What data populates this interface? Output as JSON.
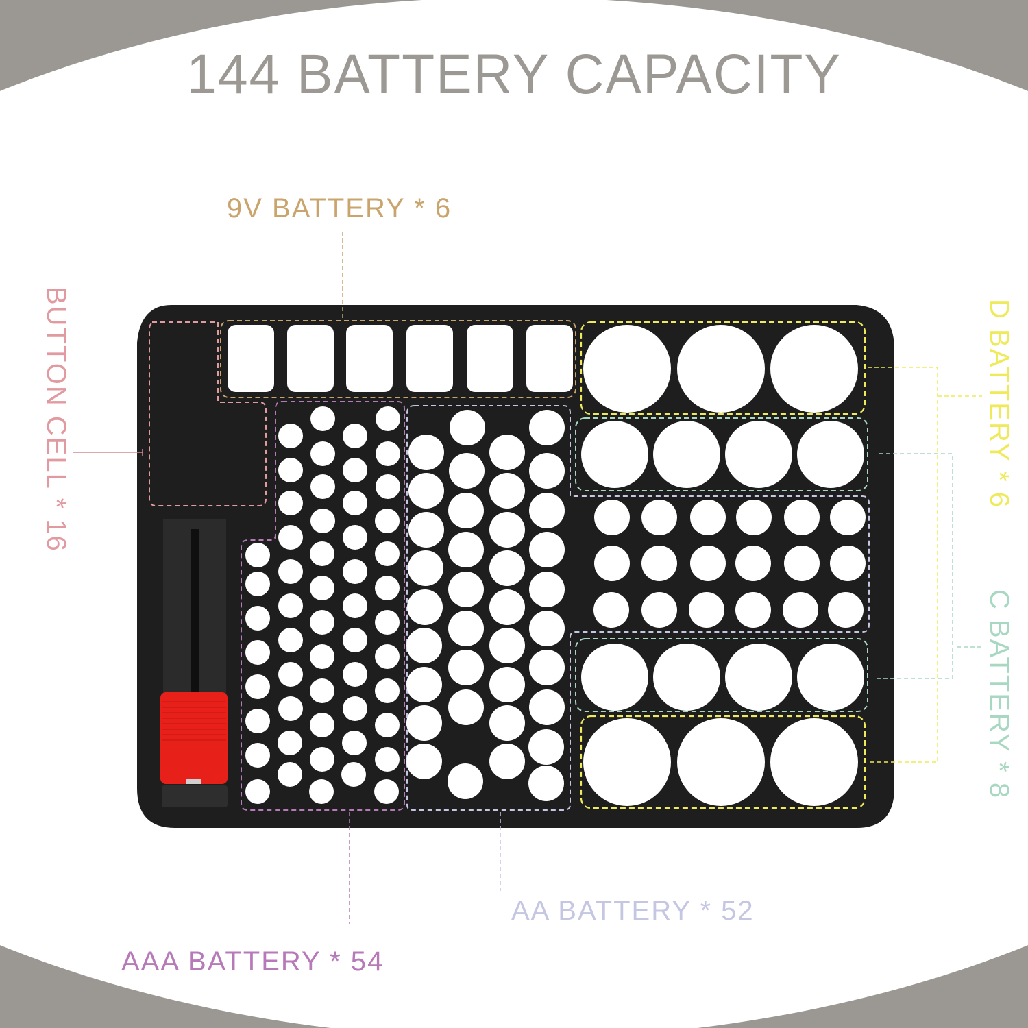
{
  "title": "144 BATTERY CAPACITY",
  "colors": {
    "background_gray": "#9b9893",
    "tray": "#1e1e1e",
    "hole": "#ffffff",
    "slider_red": "#e8201a",
    "button_cell": "#e09aa0",
    "nine_v": "#c9a46c",
    "aaa": "#b77ab8",
    "aa": "#c4c6e2",
    "d": "#eeea5a",
    "c": "#a8d8c2"
  },
  "labels": {
    "nine_v": "9V BATTERY * 6",
    "button_cell": "BUTTON CELL * 16",
    "d": "D BATTERY * 6",
    "c": "C BATTERY * 8",
    "aa": "AA BATTERY * 52",
    "aaa": "AAA BATTERY * 54"
  },
  "compartments": [
    {
      "name": "9V",
      "count": 6
    },
    {
      "name": "Button Cell",
      "count": 16
    },
    {
      "name": "AAA",
      "count": 54
    },
    {
      "name": "AA",
      "count": 52
    },
    {
      "name": "C",
      "count": 8
    },
    {
      "name": "D",
      "count": 6
    }
  ],
  "total_capacity": 144
}
